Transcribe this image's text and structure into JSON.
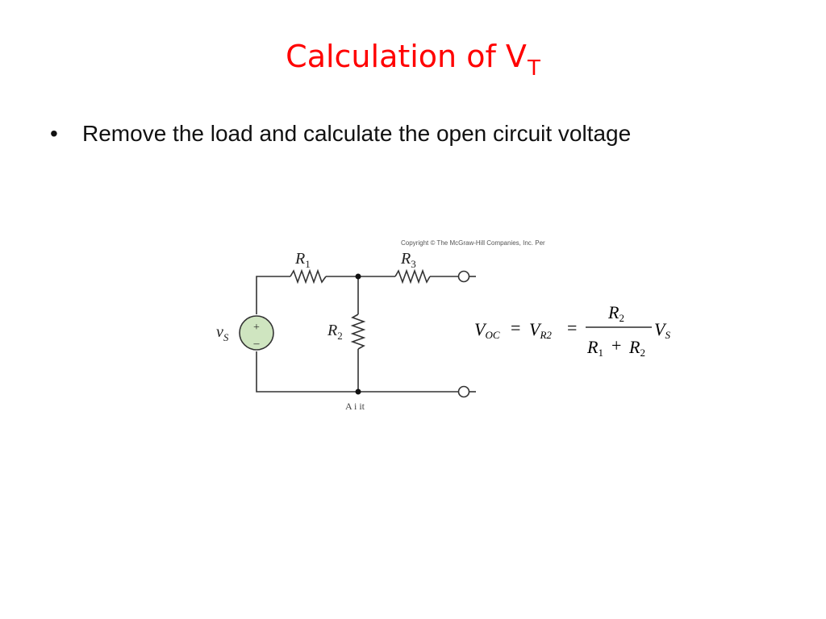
{
  "slide": {
    "title_main": "Calculation of V",
    "title_sub": "T",
    "bullet_symbol": "•",
    "bullet_text": "Remove the load and calculate the open circuit voltage"
  },
  "circuit": {
    "copyright": "Copyright © The McGraw-Hill Companies, Inc. Per",
    "r1": {
      "base": "R",
      "sub": "1"
    },
    "r2": {
      "base": "R",
      "sub": "2"
    },
    "r3": {
      "base": "R",
      "sub": "3"
    },
    "source": {
      "base": "v",
      "sub": "S",
      "plus": "+",
      "minus": "–"
    },
    "bottom_caption_fragment": "A   i   it"
  },
  "equation": {
    "v1": "V",
    "v1_sub": "OC",
    "eq1": "=",
    "v2": "V",
    "v2_sub": "R2",
    "eq2": "=",
    "num_base": "R",
    "num_sub": "2",
    "den1_base": "R",
    "den1_sub": "1",
    "plus": "+",
    "den2_base": "R",
    "den2_sub": "2",
    "vs": "V",
    "vs_sub": "S"
  }
}
